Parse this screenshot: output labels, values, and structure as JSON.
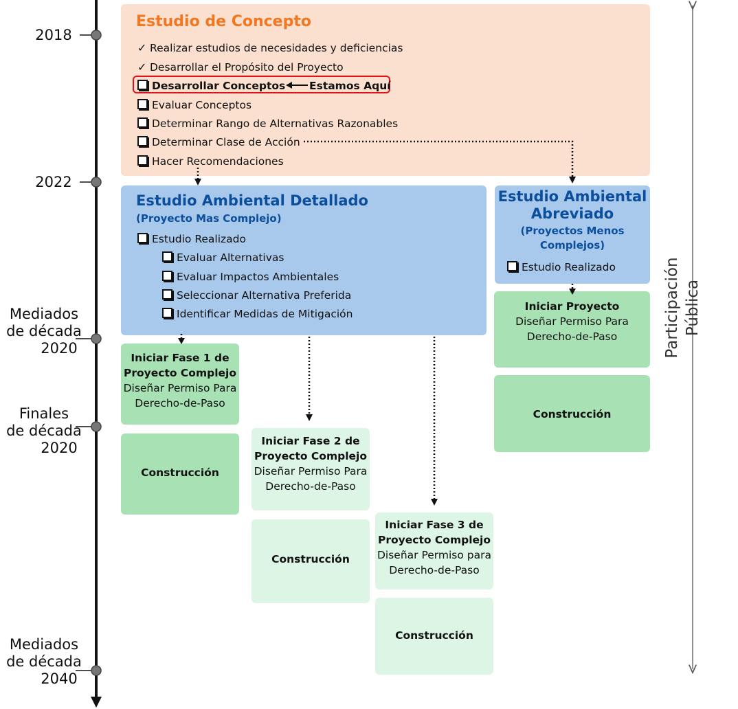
{
  "timeline": {
    "labels": [
      {
        "lines": [
          "2018"
        ]
      },
      {
        "lines": [
          "2022"
        ]
      },
      {
        "lines": [
          "Mediados",
          "de década",
          "2020"
        ]
      },
      {
        "lines": [
          "Finales",
          "de década",
          "2020"
        ]
      },
      {
        "lines": [
          "Mediados",
          "de década",
          "2040"
        ]
      }
    ]
  },
  "concept": {
    "title": "Estudio de Concepto",
    "items": [
      {
        "mark": "✓",
        "text": "Realizar estudios de necesidades y deficiencias"
      },
      {
        "mark": "✓",
        "text": "Desarrollar el Propósito del Proyecto"
      },
      {
        "mark": "box",
        "text": "Desarrollar Conceptos"
      },
      {
        "mark": "box",
        "text": "Evaluar Conceptos"
      },
      {
        "mark": "box",
        "text": "Determinar Rango de Alternativas Razonables"
      },
      {
        "mark": "box",
        "text": "Determinar Clase de Acción"
      },
      {
        "mark": "box",
        "text": "Hacer Recomendaciones"
      }
    ],
    "here_label": "Estamos Aquí",
    "highlight_color": "#e0131b",
    "accent_color": "#f07822"
  },
  "detailed": {
    "title": "Estudio Ambiental Detallado",
    "subtitle": "(Proyecto Mas Complejo)",
    "main_item": "Estudio Realizado",
    "sub_items": [
      "Evaluar Alternativas",
      "Evaluar Impactos Ambientales",
      "Seleccionar Alternativa Preferida",
      "Identificar Medidas de Mitigación"
    ]
  },
  "abbreviated": {
    "title_line1": "Estudio Ambiental",
    "title_line2": "Abreviado",
    "subtitle_line1": "(Proyectos Menos",
    "subtitle_line2": "Complejos)",
    "item": "Estudio Realizado"
  },
  "phases": {
    "phase1": {
      "title1": "Iniciar Fase 1 de",
      "title2": "Proyecto Complejo",
      "line1": "Diseñar Permiso Para",
      "line2": "Derecho-de-Paso"
    },
    "phase2": {
      "title1": "Iniciar Fase 2 de",
      "title2": "Proyecto Complejo",
      "line1": "Diseñar Permiso Para",
      "line2": "Derecho-de-Paso"
    },
    "phase3": {
      "title1": "Iniciar Fase 3 de",
      "title2": "Proyecto Complejo",
      "line1": "Diseñar Permiso para",
      "line2": "Derecho-de-Paso"
    },
    "project": {
      "title1": "Iniciar Proyecto",
      "line1": "Diseñar Permiso Para",
      "line2": "Derecho-de-Paso"
    },
    "construction": "Construcción"
  },
  "participation": {
    "line1": "Participación",
    "line2": "Pública"
  },
  "colors": {
    "blue_title": "#0b4f9c",
    "blue_box": "#a9c9ec",
    "green_box": "#a8e1b4",
    "light_green_box": "#dcf5e4",
    "concept_box": "#fbe0cf"
  }
}
